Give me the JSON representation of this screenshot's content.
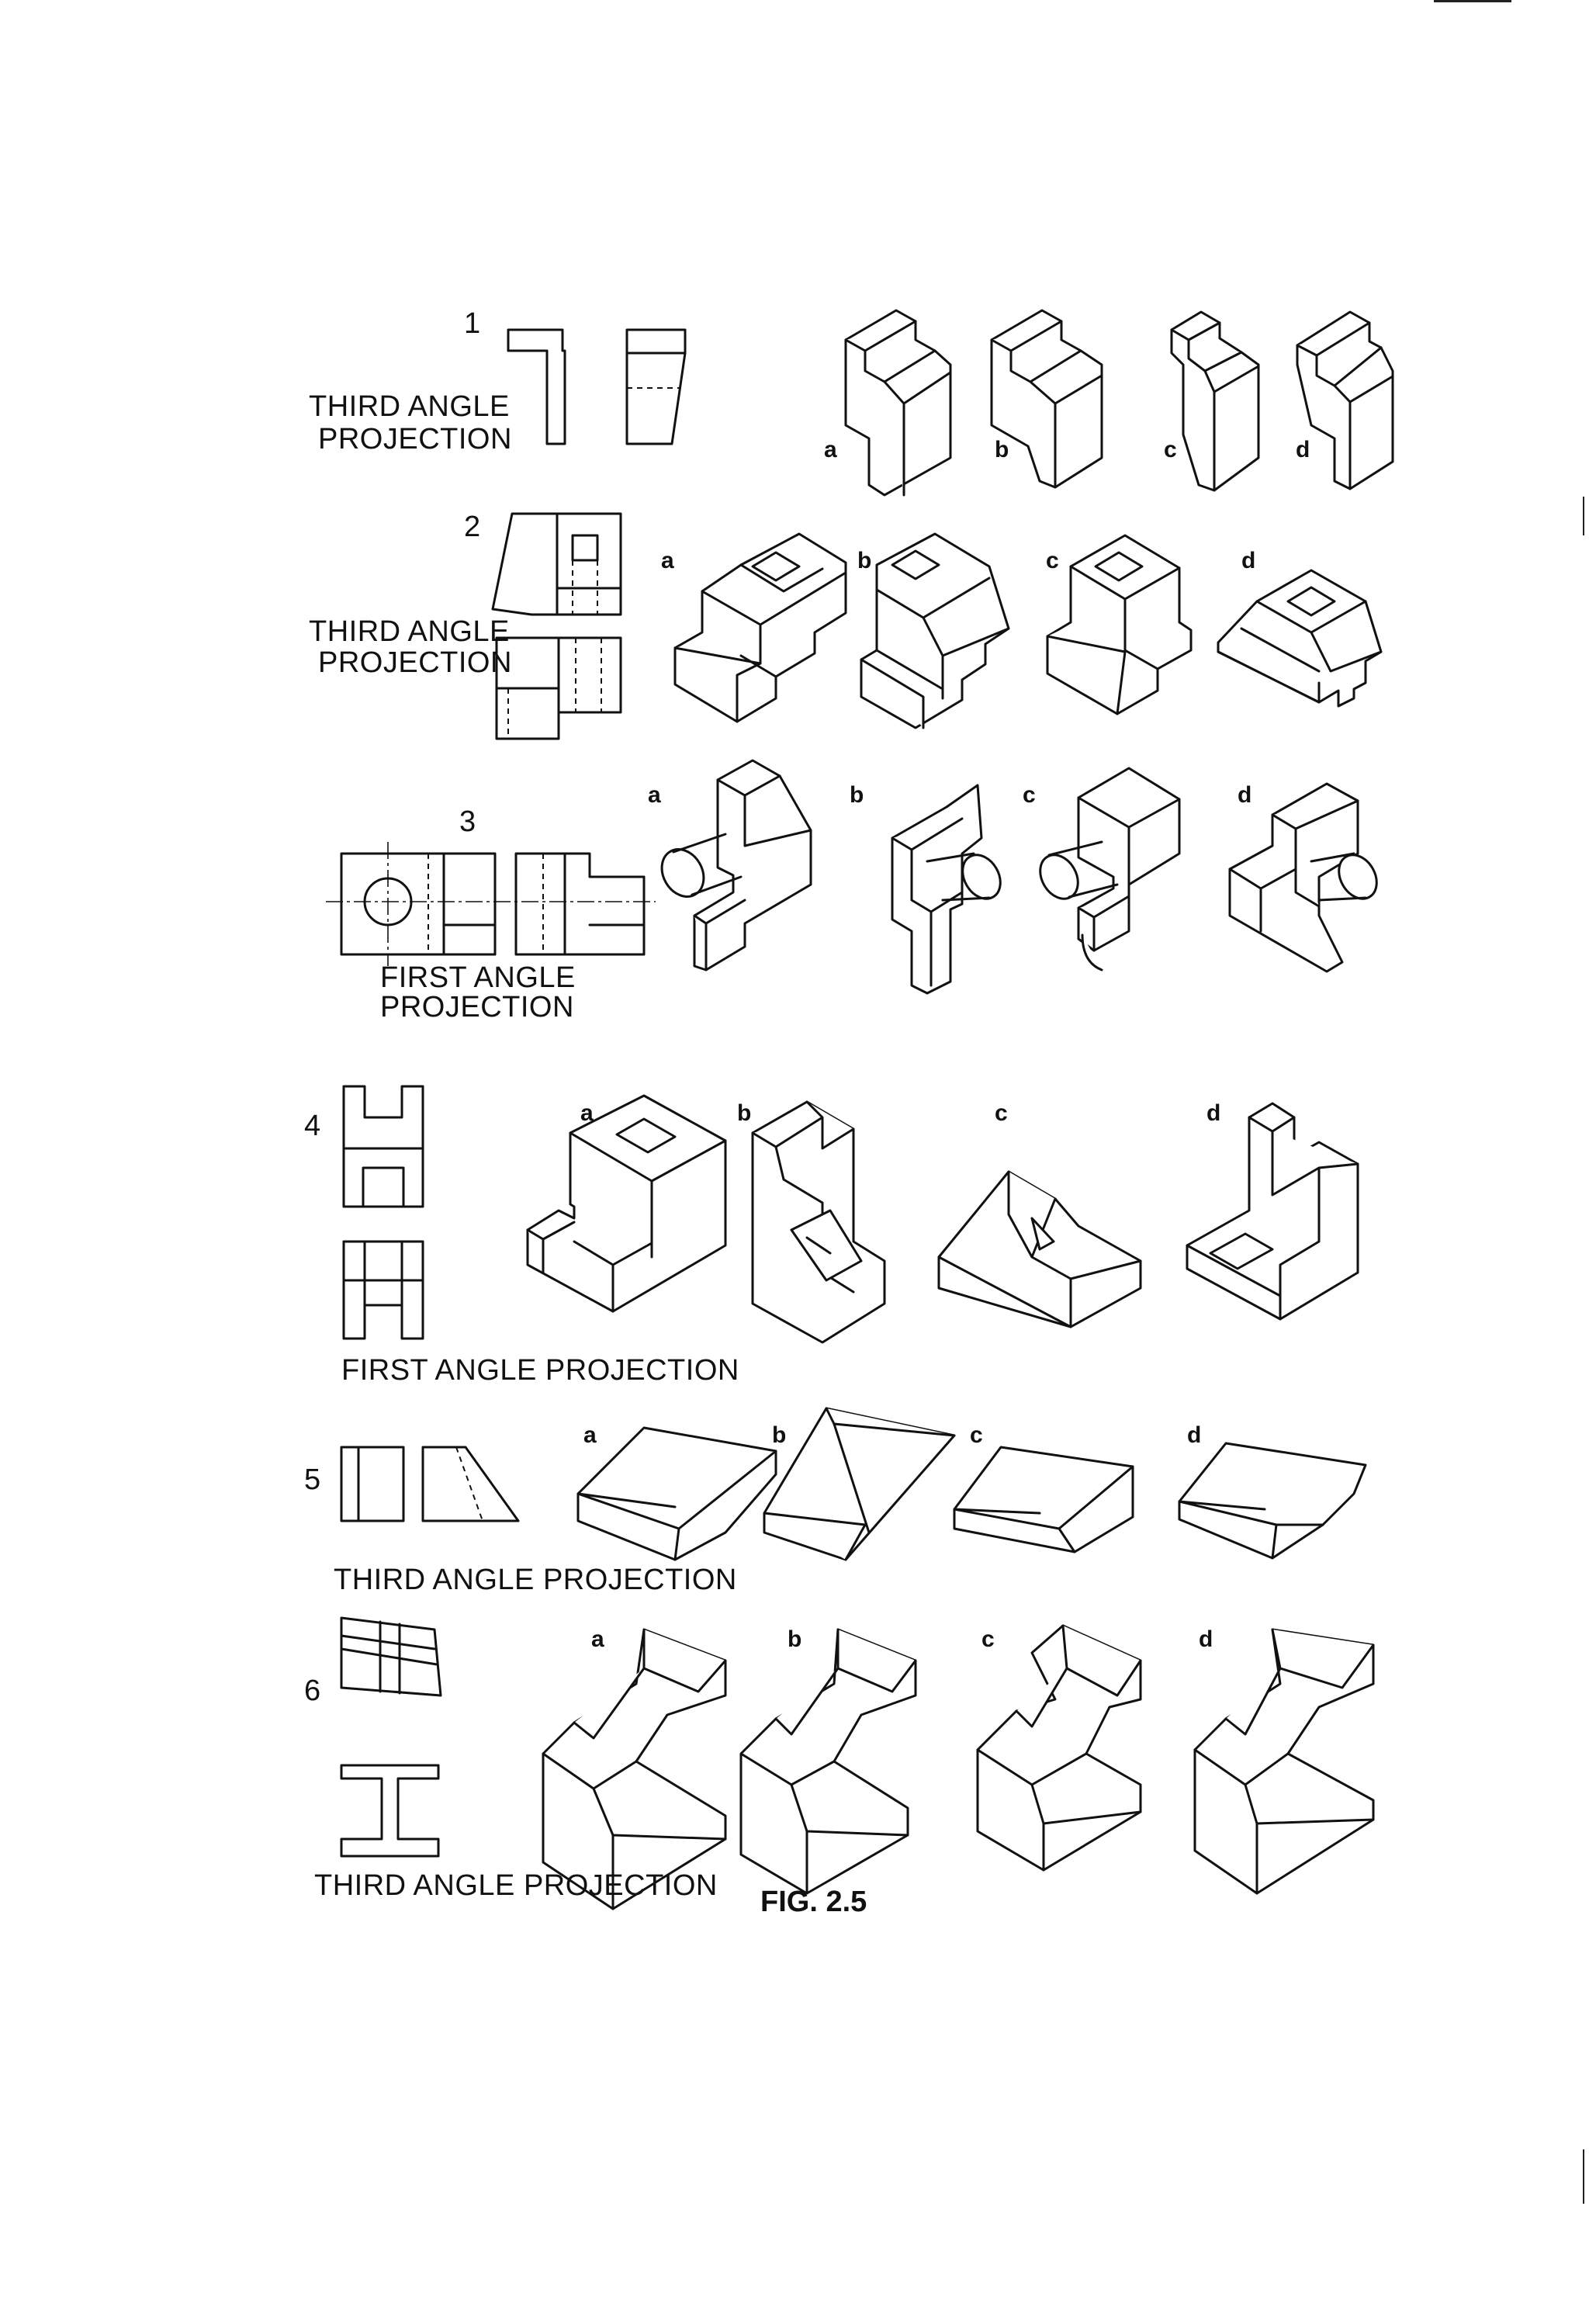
{
  "problems": [
    {
      "number": "1",
      "projection_lines": [
        "THIRD ANGLE",
        "PROJECTION"
      ],
      "options": [
        "a",
        "b",
        "c",
        "d"
      ]
    },
    {
      "number": "2",
      "projection_lines": [
        "THIRD ANGLE",
        "PROJECTION"
      ],
      "options": [
        "a",
        "b",
        "c",
        "d"
      ]
    },
    {
      "number": "3",
      "projection_lines": [
        "FIRST ANGLE",
        "PROJECTION"
      ],
      "options": [
        "a",
        "b",
        "c",
        "d"
      ]
    },
    {
      "number": "4",
      "projection_lines": [
        "FIRST ANGLE PROJECTION"
      ],
      "options": [
        "a",
        "b",
        "c",
        "d"
      ]
    },
    {
      "number": "5",
      "projection_lines": [
        "THIRD ANGLE PROJECTION"
      ],
      "options": [
        "a",
        "b",
        "c",
        "d"
      ]
    },
    {
      "number": "6",
      "projection_lines": [
        "THIRD ANGLE PROJECTION"
      ],
      "options": [
        "a",
        "b",
        "c",
        "d"
      ]
    }
  ],
  "figure_label": "FIG. 2.5"
}
